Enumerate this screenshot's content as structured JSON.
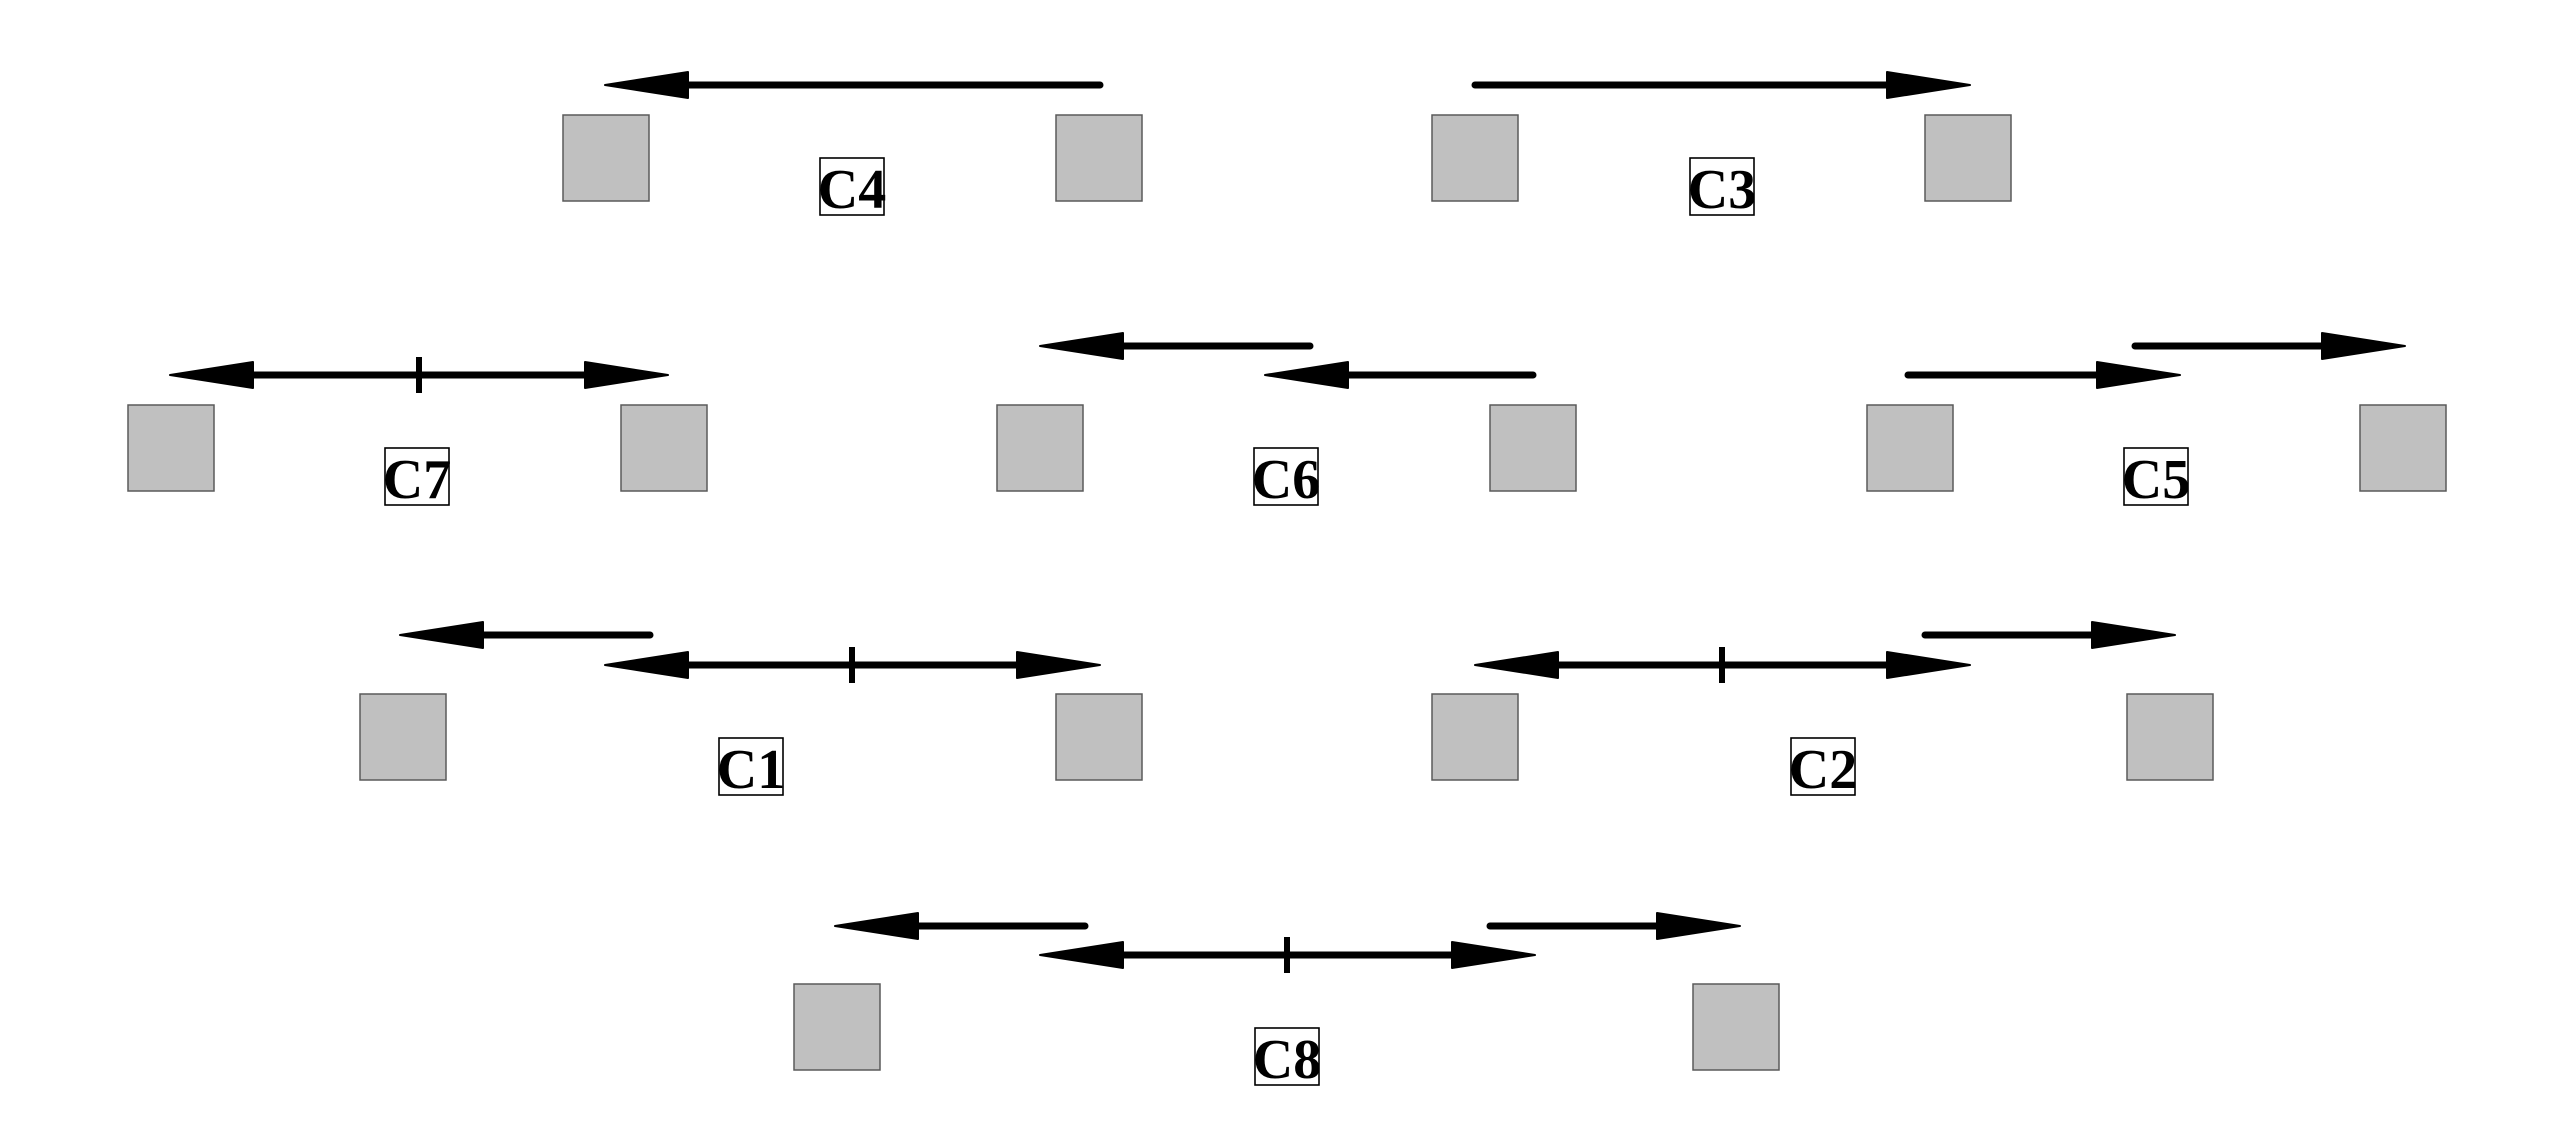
{
  "labels": {
    "c4": "C4",
    "c3": "C3",
    "c7": "C7",
    "c6": "C6",
    "c5": "C5",
    "c1": "C1",
    "c2": "C2",
    "c8": "C8"
  },
  "colors": {
    "box_fill": "#c0c0c0",
    "arrow": "#000000"
  }
}
